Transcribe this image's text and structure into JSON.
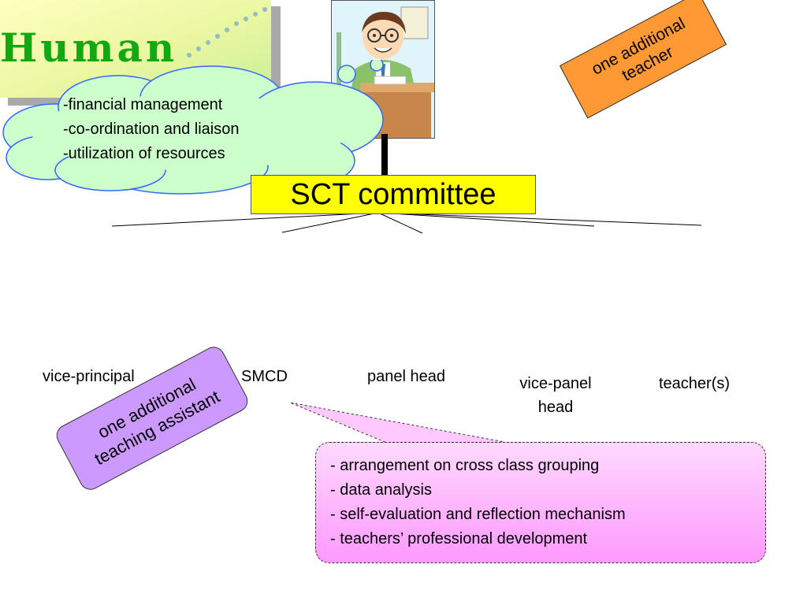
{
  "title": {
    "text": "Human"
  },
  "cloud": {
    "items": [
      "-financial management",
      "-co-ordination and liaison",
      "-utilization of resources"
    ]
  },
  "committee": {
    "label": "SCT committee"
  },
  "tags": {
    "orange": {
      "line1": "one additional",
      "line2": "teacher"
    },
    "purple": {
      "line1": "one additional",
      "line2": "teaching assistant"
    }
  },
  "roles": {
    "vice_principal": "vice-principal",
    "smcd": "SMCD",
    "panel_head": "panel head",
    "vice_panel_head_line1": "vice-panel",
    "vice_panel_head_line2": "head",
    "teachers": "teacher(s)"
  },
  "callout": {
    "items": [
      "- arrangement on cross class grouping",
      "- data analysis",
      "- self-evaluation and reflection mechanism",
      "- teachers’ professional development"
    ]
  },
  "colors": {
    "committee_fill": "#ffff00",
    "cloud_fill": "#ccffcc",
    "cloud_outline": "#3366ff",
    "orange_tag": "#ff9933",
    "purple_tag": "#cc99ff",
    "callout_fill": "#ff99ff",
    "title_text": "#11a811"
  }
}
